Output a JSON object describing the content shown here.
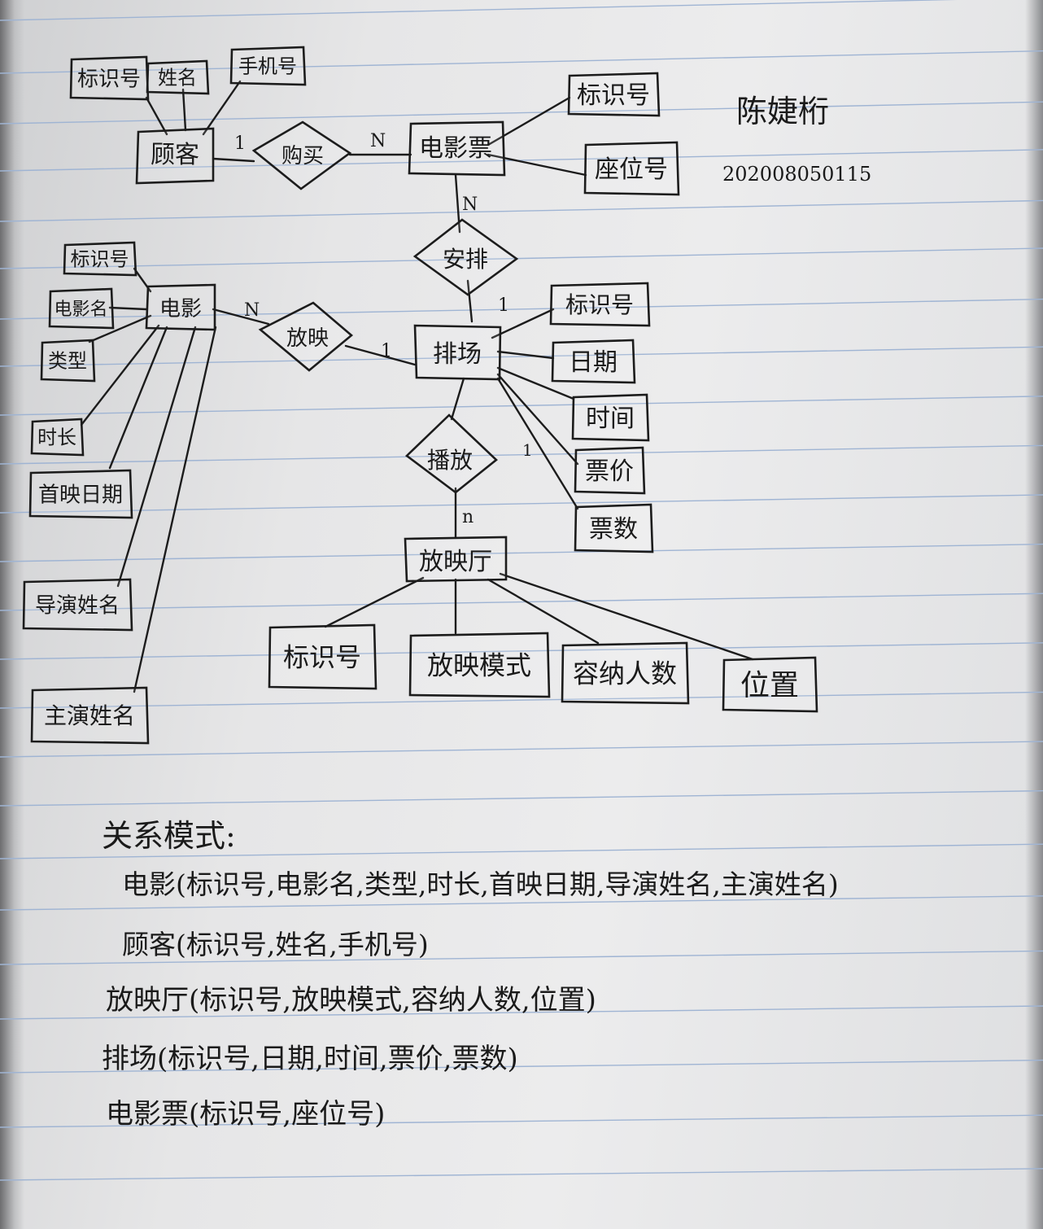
{
  "author": {
    "name": "陈婕桁",
    "student_id": "202008050115"
  },
  "entities": {
    "customer": {
      "label": "顾客",
      "attributes": [
        "标识号",
        "姓名",
        "手机号"
      ]
    },
    "ticket": {
      "label": "电影票",
      "attributes": [
        "标识号",
        "座位号"
      ]
    },
    "movie": {
      "label": "电影",
      "attributes": [
        "标识号",
        "电影名",
        "类型",
        "时长",
        "首映日期",
        "导演姓名",
        "主演姓名"
      ]
    },
    "screening": {
      "label": "排场",
      "attributes": [
        "标识号",
        "日期",
        "时间",
        "票价",
        "票数"
      ]
    },
    "hall": {
      "label": "放映厅",
      "attributes": [
        "标识号",
        "放映模式",
        "容纳人数",
        "位置"
      ]
    }
  },
  "relationships": {
    "buy": {
      "label": "购买",
      "card_left": "1",
      "card_right": "N"
    },
    "arrange": {
      "label": "安排",
      "card_top": "N",
      "card_bottom": "1"
    },
    "show": {
      "label": "放映",
      "card_left": "N",
      "card_right": "1"
    },
    "play": {
      "label": "播放",
      "card_top": "1",
      "card_bottom": "n"
    }
  },
  "schema": {
    "title": "关系模式:",
    "lines": [
      "电影(标识号,电影名,类型,时长,首映日期,导演姓名,主演姓名)",
      "顾客(标识号,姓名,手机号)",
      "放映厅(标识号,放映模式,容纳人数,位置)",
      "排场(标识号,日期,时间,票价,票数)",
      "电影票(标识号,座位号)"
    ]
  },
  "colors": {
    "paper": "#e8e8e9",
    "rule_line": "#9fb4d3",
    "ink": "#1c1c1c"
  }
}
